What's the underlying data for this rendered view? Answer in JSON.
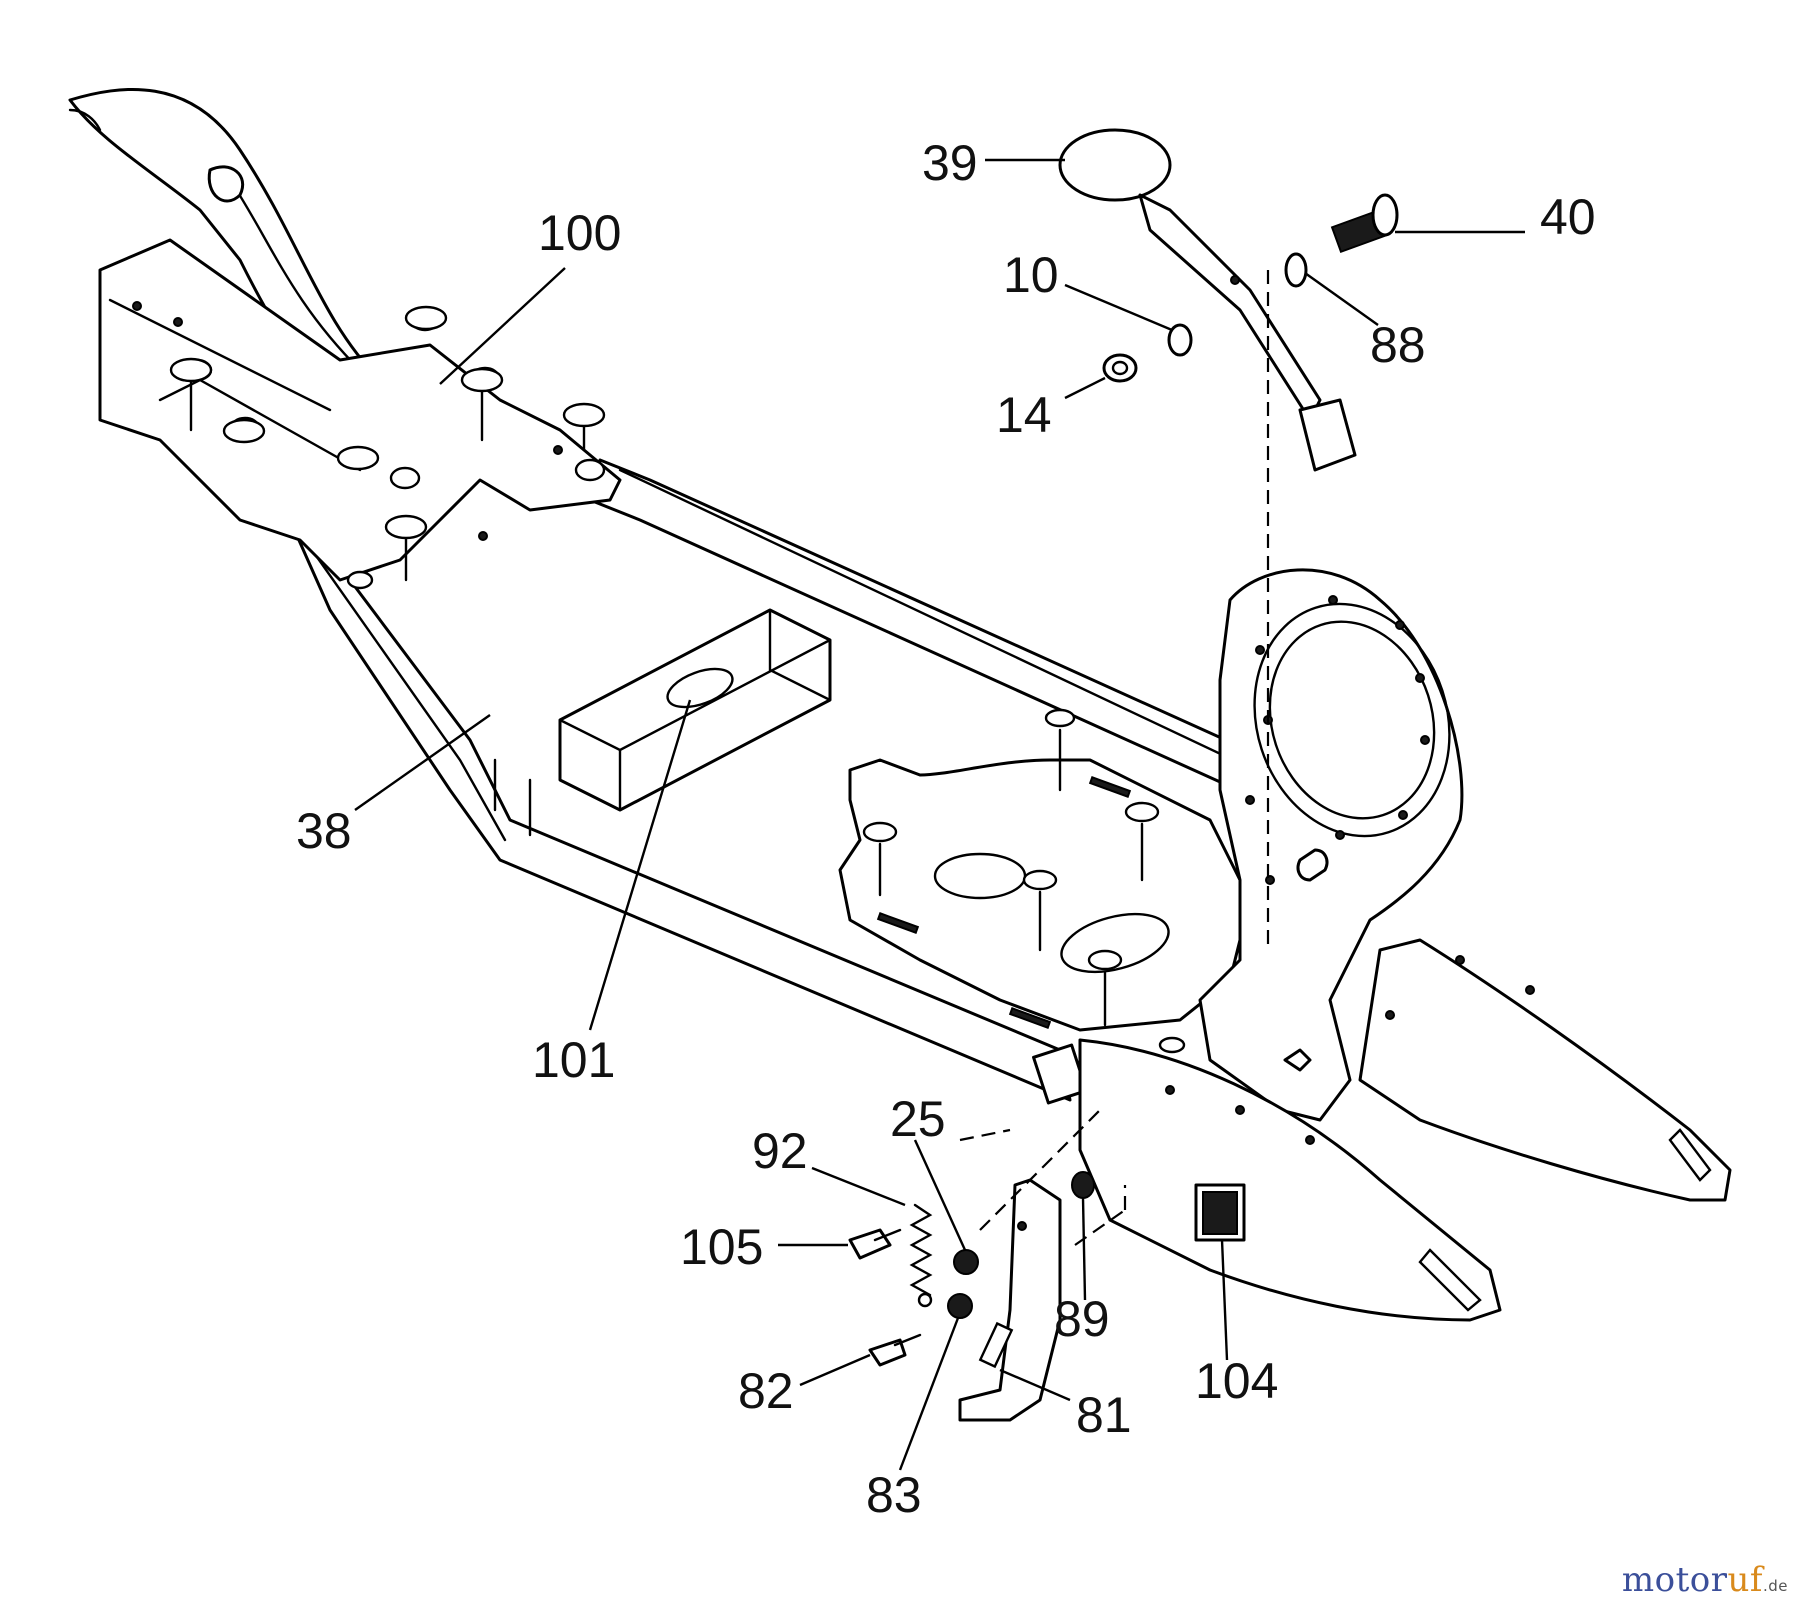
{
  "callouts": [
    {
      "id": "39",
      "label": "39"
    },
    {
      "id": "40",
      "label": "40"
    },
    {
      "id": "10",
      "label": "10"
    },
    {
      "id": "88",
      "label": "88"
    },
    {
      "id": "14",
      "label": "14"
    },
    {
      "id": "100",
      "label": "100"
    },
    {
      "id": "38",
      "label": "38"
    },
    {
      "id": "101",
      "label": "101"
    },
    {
      "id": "25",
      "label": "25"
    },
    {
      "id": "92",
      "label": "92"
    },
    {
      "id": "105",
      "label": "105"
    },
    {
      "id": "89",
      "label": "89"
    },
    {
      "id": "104",
      "label": "104"
    },
    {
      "id": "82",
      "label": "82"
    },
    {
      "id": "81",
      "label": "81"
    },
    {
      "id": "83",
      "label": "83"
    }
  ],
  "watermark": {
    "main": "motor",
    "accent": "uf",
    "tld": ".de"
  },
  "colors": {
    "line": "#000000",
    "background": "#ffffff",
    "watermark_main": "#3b4f9a",
    "watermark_accent": "#d98a1c"
  }
}
